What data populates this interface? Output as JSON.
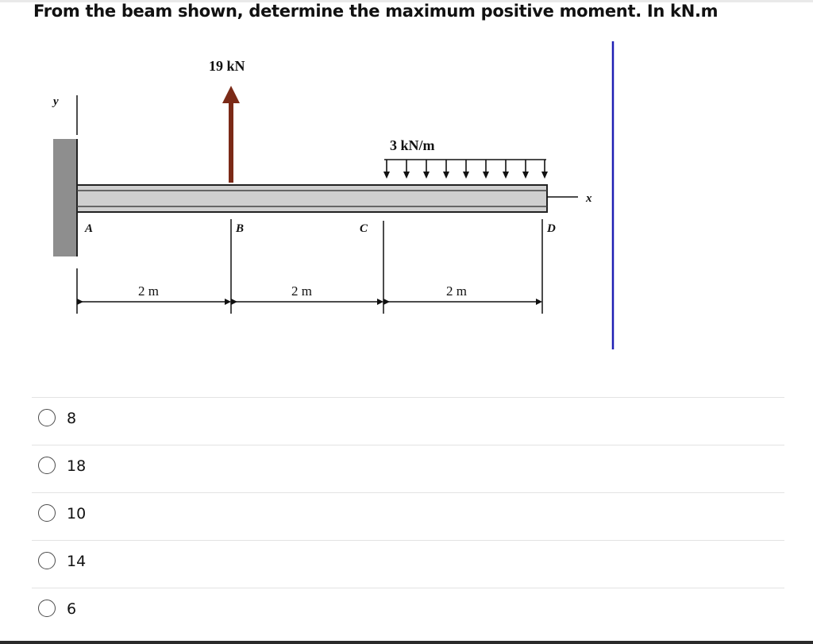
{
  "question": {
    "title": "From the beam shown, determine the maximum positive moment. In kN.m"
  },
  "figure": {
    "axis_y": "y",
    "axis_x": "x",
    "point_load": "19 kN",
    "distributed_load": "3 kN/m",
    "points": [
      "A",
      "B",
      "C",
      "D"
    ],
    "spans": [
      "2 m",
      "2 m",
      "2 m"
    ],
    "colors": {
      "force_arrow": "#7b2a17",
      "wall": "#8e8e8e",
      "beam": "#cfcfcf",
      "divider": "#1f1fb4"
    }
  },
  "options": [
    {
      "label": "8"
    },
    {
      "label": "18"
    },
    {
      "label": "10"
    },
    {
      "label": "14"
    },
    {
      "label": "6"
    }
  ]
}
